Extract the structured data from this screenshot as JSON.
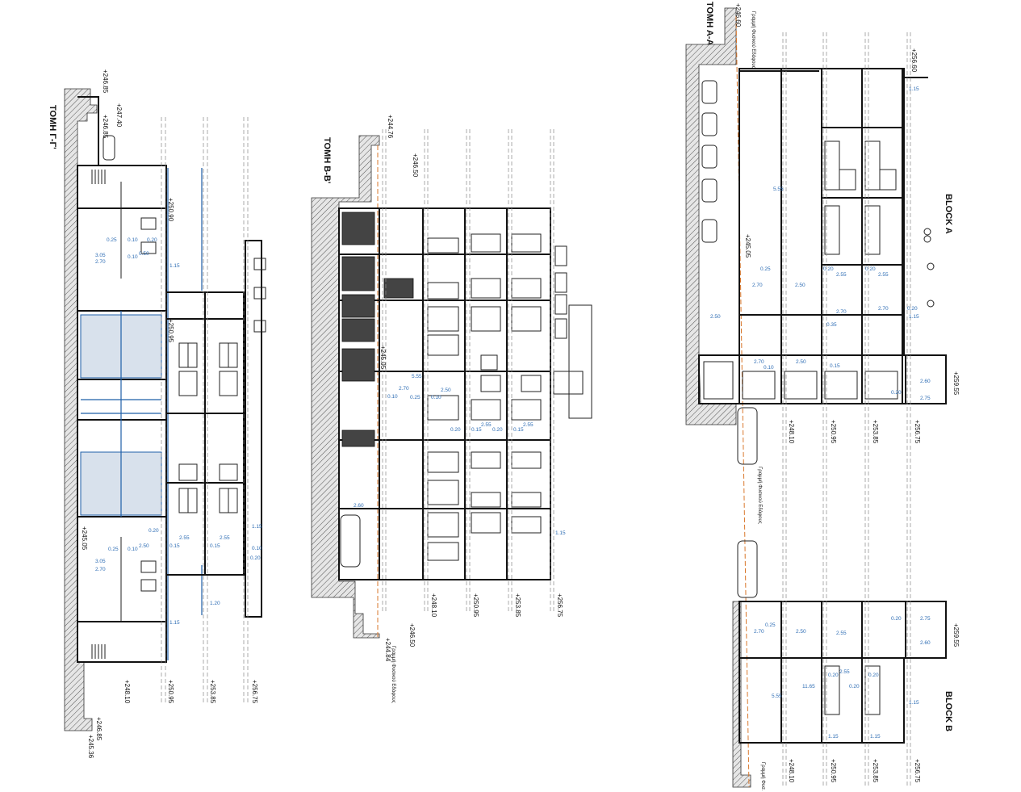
{
  "sections": {
    "gg": {
      "title": "ΤΟΜΗ Γ-Γ'",
      "levels": [
        "+246.85",
        "+247.40",
        "+246.85",
        "+250.90",
        "+250.95",
        "+245.05",
        "+248.10",
        "+250.95",
        "+253.85",
        "+256.75",
        "+246.85",
        "+245.36"
      ],
      "dims": [
        "0.25",
        "0.10",
        "0.20",
        "3.05",
        "0.10",
        "2.70",
        "0.50",
        "1.15",
        "0.20",
        "2.55",
        "2.55",
        "1.15",
        "0.25",
        "0.10",
        "2.50",
        "0.15",
        "0.15",
        "0.10",
        "3.05",
        "2.70",
        "0.20",
        "1.20",
        "1.15"
      ]
    },
    "bb": {
      "title": "ΤΟΜΗ Β-Β'",
      "levels": [
        "+244.76",
        "+246.50",
        "+245.05",
        "+248.10",
        "+250.95",
        "+253.85",
        "+256.75",
        "+246.50",
        "+244.84"
      ],
      "dims": [
        "5.55",
        "2.70",
        "2.50",
        "0.10",
        "0.25",
        "0.10",
        "2.55",
        "2.55",
        "0.20",
        "0.15",
        "0.20",
        "0.15",
        "2.60",
        "1.15"
      ],
      "note": "Γραμμή Φυσικού Εδάφους"
    },
    "aa": {
      "title": "ΤΟΜΗ Α-Α'",
      "levels": [
        "+246.60",
        "+256.60",
        "+245.05",
        "+259.55",
        "+248.10",
        "+250.95",
        "+253.85",
        "+256.75",
        "+259.55",
        "+248.10",
        "+250.95",
        "+253.85",
        "+256.75"
      ],
      "dims": [
        "1.15",
        "5.55",
        "0.25",
        "2.70",
        "2.50",
        "0.20",
        "2.55",
        "0.20",
        "2.55",
        "2.50",
        "2.70",
        "2.70",
        "0.20",
        "0.35",
        "1.15",
        "2.70",
        "2.50",
        "0.10",
        "0.15",
        "2.60",
        "0.20",
        "2.75",
        "0.25",
        "2.70",
        "2.50",
        "2.55",
        "0.20",
        "2.75",
        "2.60",
        "0.20",
        "2.55",
        "0.20",
        "11.65",
        "0.20",
        "1.15",
        "5.55",
        "1.15",
        "1.15"
      ],
      "notes": [
        "Γραμμή Φυσικού Εδάφους",
        "Γραμμή Φυσικού Εδάφους",
        "Γραμμή Φυσ."
      ]
    },
    "block_a": "BLOCK A",
    "block_b": "BLOCK B"
  }
}
